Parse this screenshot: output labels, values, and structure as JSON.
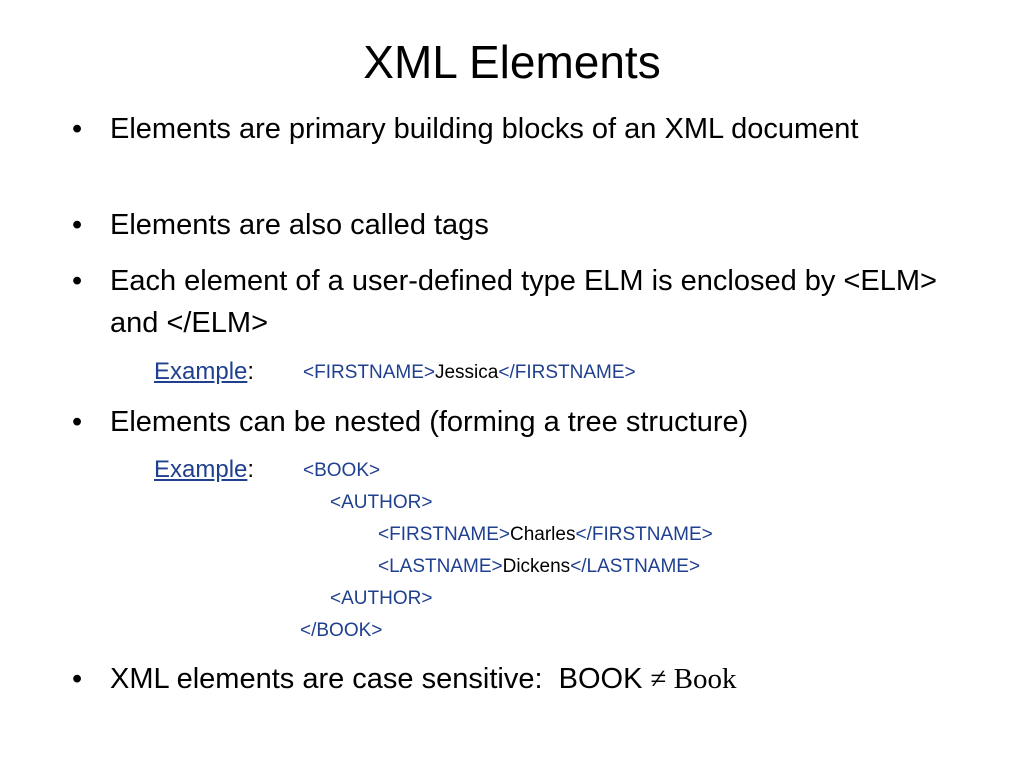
{
  "slide": {
    "title": "XML Elements",
    "bullet_char": "•",
    "bullets": [
      {
        "text": "Elements are primary building blocks of an XML document"
      },
      {
        "text": "Elements are also called tags"
      },
      {
        "text": "Each element of a user-defined type ELM is enclosed by <ELM> and </ELM>"
      },
      {
        "text": "Elements can be nested (forming a tree structure)"
      },
      {
        "prefix": "XML elements are case sensitive:  BOOK ",
        "neq": "≠",
        "suffix": " Book"
      }
    ],
    "example1": {
      "label": "Example",
      "colon": ":",
      "open_tag": "<FIRSTNAME>",
      "value": "Jessica",
      "close_tag": "</FIRSTNAME>"
    },
    "example2": {
      "label": "Example",
      "colon": ":",
      "lines": {
        "book_open": "<BOOK>",
        "author_open": "<AUTHOR>",
        "first_open": "<FIRSTNAME>",
        "first_value": "Charles",
        "first_close": "</FIRSTNAME>",
        "last_open": "<LASTNAME>",
        "last_value": "Dickens",
        "last_close": "</LASTNAME>",
        "author_close": "<AUTHOR>",
        "book_close": "</BOOK>"
      }
    },
    "colors": {
      "code_tag": "#1f3f8f",
      "text": "#000000",
      "background": "#ffffff"
    }
  }
}
